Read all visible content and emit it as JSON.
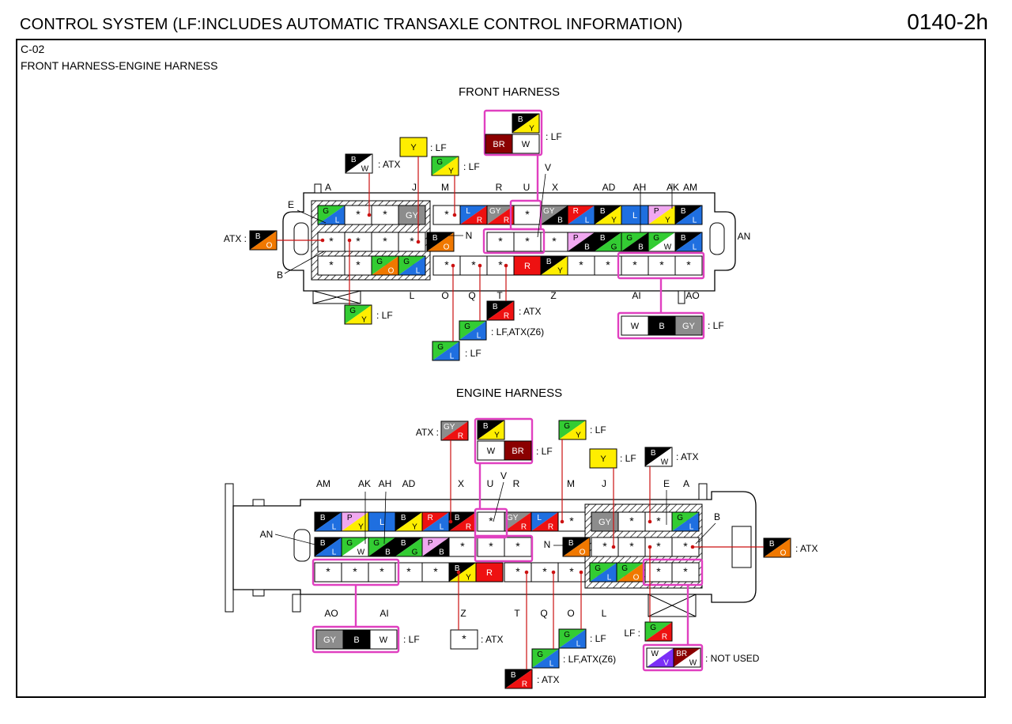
{
  "header": {
    "title": "CONTROL SYSTEM (LF:INCLUDES AUTOMATIC TRANSAXLE CONTROL INFORMATION)",
    "page_code": "0140-2h"
  },
  "connector": {
    "code": "C-02",
    "name": "FRONT HARNESS-ENGINE HARNESS"
  },
  "front_harness": {
    "title": "FRONT HARNESS",
    "top_letters": [
      "A",
      "J",
      "M",
      "R",
      "U",
      "X",
      "AD",
      "AH",
      "AK",
      "AM"
    ],
    "bottom_letters": [
      "L",
      "O",
      "Q",
      "T",
      "Z",
      "AI",
      "AO"
    ],
    "side_letters": [
      "E",
      "ATX",
      "B",
      "N",
      "V",
      "AN"
    ],
    "row1": [
      {
        "a": "G",
        "b": "L",
        "ca": "#33cc33",
        "cb": "#1f6fe0"
      },
      {
        "text": "*"
      },
      {
        "text": "*"
      },
      {
        "text": "GY",
        "c": "#8c8c8c"
      },
      {
        "text": "*"
      },
      {
        "a": "L",
        "b": "R",
        "ca": "#1f6fe0",
        "cb": "#ee1111"
      },
      {
        "a": "GY",
        "b": "R",
        "ca": "#8c8c8c",
        "cb": "#ee1111"
      },
      {
        "text": "*"
      },
      {
        "a": "GY",
        "b": "B",
        "ca": "#8c8c8c",
        "cb": "#000000"
      },
      {
        "a": "R",
        "b": "L",
        "ca": "#ee1111",
        "cb": "#1f6fe0"
      },
      {
        "a": "B",
        "b": "Y",
        "ca": "#000000",
        "cb": "#ffee00"
      },
      {
        "text": "L",
        "c": "#1f6fe0"
      },
      {
        "a": "P",
        "b": "Y",
        "ca": "#f0a8f0",
        "cb": "#ffee00"
      },
      {
        "a": "B",
        "b": "L",
        "ca": "#000000",
        "cb": "#1f6fe0"
      }
    ],
    "row2": [
      {
        "text": "*"
      },
      {
        "text": "*"
      },
      {
        "text": "*"
      },
      {
        "text": "*"
      },
      {
        "a": "B",
        "b": "O",
        "ca": "#000000",
        "cb": "#f07800"
      },
      {
        "text": "*"
      },
      {
        "text": "*"
      },
      {
        "text": "*"
      },
      {
        "a": "P",
        "b": "B",
        "ca": "#f0a8f0",
        "cb": "#000000"
      },
      {
        "a": "B",
        "b": "G",
        "ca": "#000000",
        "cb": "#33cc33"
      },
      {
        "a": "G",
        "b": "B",
        "ca": "#33cc33",
        "cb": "#000000"
      },
      {
        "a": "G",
        "b": "W",
        "ca": "#33cc33",
        "cb": "#ffffff"
      },
      {
        "a": "B",
        "b": "L",
        "ca": "#000000",
        "cb": "#1f6fe0"
      }
    ],
    "row3": [
      {
        "text": "*"
      },
      {
        "text": "*"
      },
      {
        "a": "G",
        "b": "O",
        "ca": "#33cc33",
        "cb": "#f07800"
      },
      {
        "a": "G",
        "b": "L",
        "ca": "#33cc33",
        "cb": "#1f6fe0"
      },
      {
        "text": "*"
      },
      {
        "text": "*"
      },
      {
        "text": "*"
      },
      {
        "text": "R",
        "c": "#ee1111"
      },
      {
        "a": "B",
        "b": "Y",
        "ca": "#000000",
        "cb": "#ffee00"
      },
      {
        "text": "*"
      },
      {
        "text": "*"
      },
      {
        "text": "*"
      },
      {
        "text": "*"
      },
      {
        "text": "*"
      }
    ]
  },
  "front_callouts": [
    {
      "label": "ATX",
      "a": "B",
      "b": "O",
      "ca": "#000000",
      "cb": "#f07800"
    },
    {
      "label": "ATX",
      "a": "B",
      "b": "W",
      "ca": "#000000",
      "cb": "#ffffff"
    },
    {
      "label": "LF",
      "text": "Y",
      "c": "#ffee00"
    },
    {
      "label": "LF",
      "a": "G",
      "b": "Y",
      "ca": "#33cc33",
      "cb": "#ffee00"
    },
    {
      "label": "LF",
      "group": [
        "BR",
        "W"
      ],
      "top": {
        "a": "B",
        "b": "Y"
      }
    },
    {
      "label": "LF",
      "a": "G",
      "b": "Y",
      "ca": "#33cc33",
      "cb": "#ffee00"
    },
    {
      "label": "ATX",
      "a": "B",
      "b": "R",
      "ca": "#000000",
      "cb": "#ee1111"
    },
    {
      "label": "LF,ATX(Z6)",
      "a": "G",
      "b": "L",
      "ca": "#33cc33",
      "cb": "#1f6fe0"
    },
    {
      "label": "LF",
      "a": "G",
      "b": "L",
      "ca": "#33cc33",
      "cb": "#1f6fe0"
    },
    {
      "label": "LF",
      "group": [
        "W",
        "B",
        "GY"
      ]
    }
  ],
  "engine_harness": {
    "title": "ENGINE HARNESS",
    "top_letters": [
      "AM",
      "AK",
      "AH",
      "AD",
      "X",
      "U",
      "R",
      "M",
      "J",
      "E",
      "A"
    ],
    "bottom_letters": [
      "AO",
      "AI",
      "Z",
      "T",
      "Q",
      "O",
      "L"
    ],
    "side_letters": [
      "AN",
      "N",
      "V",
      "B"
    ]
  },
  "engine_callouts": [
    {
      "label": "ATX",
      "a": "GY",
      "b": "R",
      "ca": "#8c8c8c",
      "cb": "#ee1111"
    },
    {
      "label": "LF",
      "group": [
        "W",
        "BR"
      ],
      "top": {
        "a": "B",
        "b": "Y"
      }
    },
    {
      "label": "LF",
      "a": "G",
      "b": "Y",
      "ca": "#33cc33",
      "cb": "#ffee00"
    },
    {
      "label": "LF",
      "text": "Y",
      "c": "#ffee00"
    },
    {
      "label": "ATX",
      "a": "B",
      "b": "W",
      "ca": "#000000",
      "cb": "#ffffff"
    },
    {
      "label": "ATX",
      "a": "B",
      "b": "O",
      "ca": "#000000",
      "cb": "#f07800"
    },
    {
      "label": "LF",
      "group": [
        "GY",
        "B",
        "W"
      ]
    },
    {
      "label": "ATX",
      "text": "*"
    },
    {
      "label": "LF",
      "a": "G",
      "b": "L",
      "ca": "#33cc33",
      "cb": "#1f6fe0"
    },
    {
      "label": "LF,ATX(Z6)",
      "a": "G",
      "b": "L",
      "ca": "#33cc33",
      "cb": "#1f6fe0"
    },
    {
      "label": "ATX",
      "a": "B",
      "b": "R",
      "ca": "#000000",
      "cb": "#ee1111"
    },
    {
      "label": "LF",
      "a": "G",
      "b": "R",
      "ca": "#33cc33",
      "cb": "#ee1111"
    },
    {
      "label": "NOT USED",
      "a": "W",
      "b": "V",
      "ca": "#ffffff",
      "cb": "#7b2ff7",
      "a2": "BR",
      "b2": "W"
    }
  ],
  "colors": {
    "highlight": "#e040c0",
    "wire": "#cc1111"
  }
}
